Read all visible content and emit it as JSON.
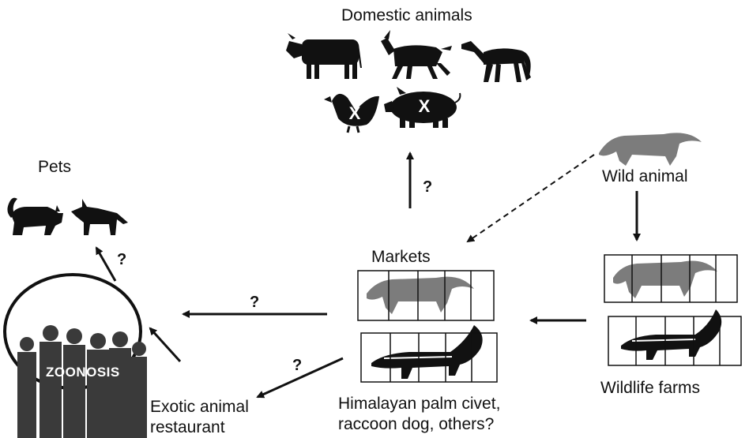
{
  "labels": {
    "domestic": "Domestic animals",
    "pets": "Pets",
    "wild": "Wild animal",
    "markets": "Markets",
    "wildlife_farms": "Wildlife farms",
    "species_line1": "Himalayan palm civet,",
    "species_line2": "raccoon dog, others?",
    "restaurant_line1": "Exotic animal",
    "restaurant_line2": "restaurant",
    "zoonosis": "ZOONOSIS"
  },
  "marks": {
    "excluded": "X",
    "uncertain": "?"
  },
  "colors": {
    "silhouette": "#111111",
    "wild_animal": "#6e6e6e",
    "people": "#3a3a3a"
  }
}
